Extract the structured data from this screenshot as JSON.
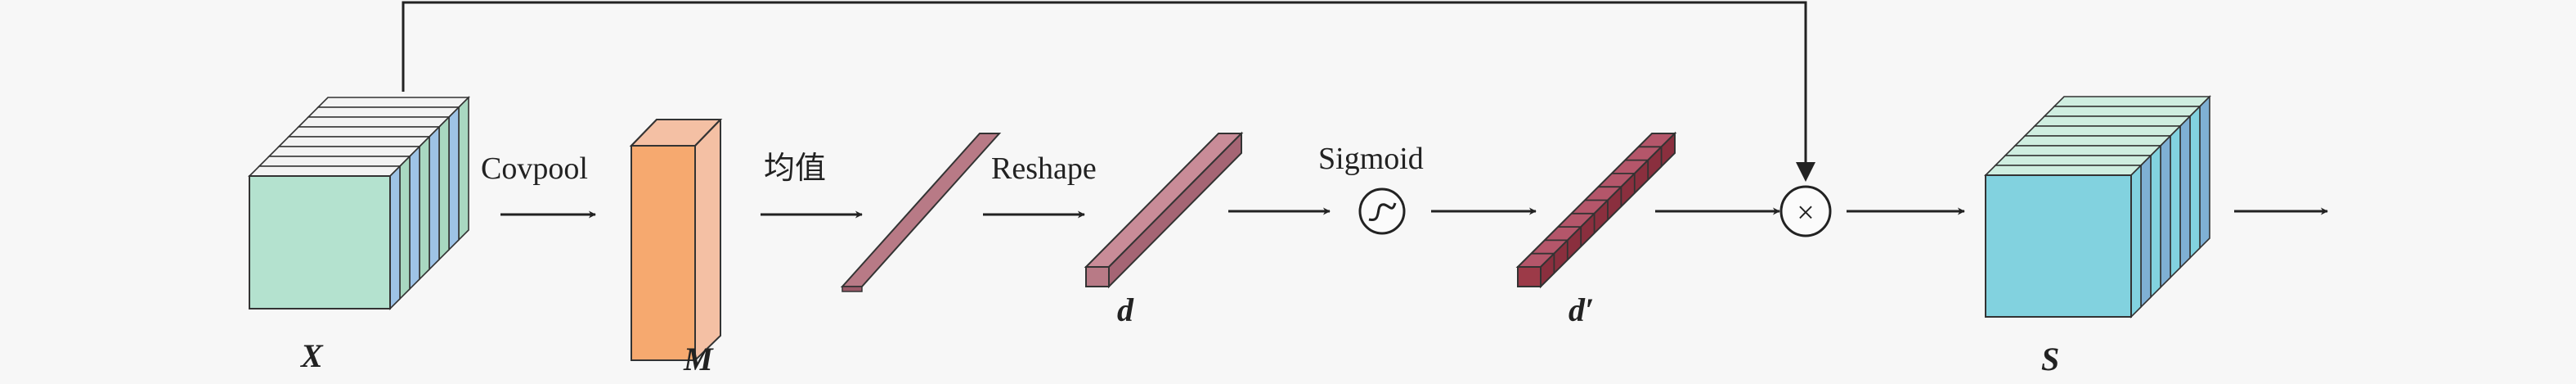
{
  "variables": {
    "input": "X",
    "covariance": "M",
    "descriptor": "d",
    "weights": "d′",
    "output": "S"
  },
  "operations": {
    "covpool": "Covpool",
    "mean": "均值",
    "reshape": "Reshape",
    "sigmoid": "Sigmoid",
    "multiply": "×"
  },
  "colors": {
    "input_front": "#b4e2cf",
    "input_side_a": "#a9d8c1",
    "input_side_b": "#9ec3e6",
    "matrix_front": "#f6a96f",
    "matrix_side": "#f4c0a4",
    "vector": "#b87a86",
    "weights": "#9c3a48",
    "output_front": "#82d2df",
    "output_side_a": "#7fb0d4",
    "output_top": "#cfeee0",
    "line": "#222222"
  },
  "icons": {
    "sigmoid_node": "sigmoid-icon",
    "multiply_node": "multiply-icon"
  }
}
